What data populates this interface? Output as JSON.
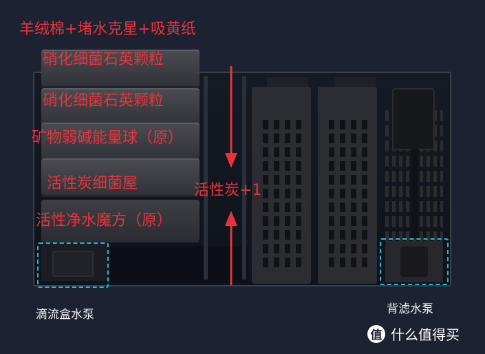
{
  "layers": {
    "top": "羊绒棉+堵水克星+吸黄纸",
    "layer1": "硝化细菌石英颗粒",
    "layer2": "硝化细菌石英颗粒",
    "layer3": "矿物弱碱能量球（原）",
    "layer4": "活性炭细菌屋",
    "layer5": "活性净水魔方（原）"
  },
  "flow_label": "活性炭+1",
  "pumps": {
    "drip_pump": "滴流盒水泵",
    "back_pump": "背滤水泵"
  },
  "watermark": {
    "icon": "值",
    "text": "什么值得买"
  },
  "colors": {
    "annotation": "#e8333a",
    "highlight": "#29b6d3",
    "background": "#1d2232"
  }
}
